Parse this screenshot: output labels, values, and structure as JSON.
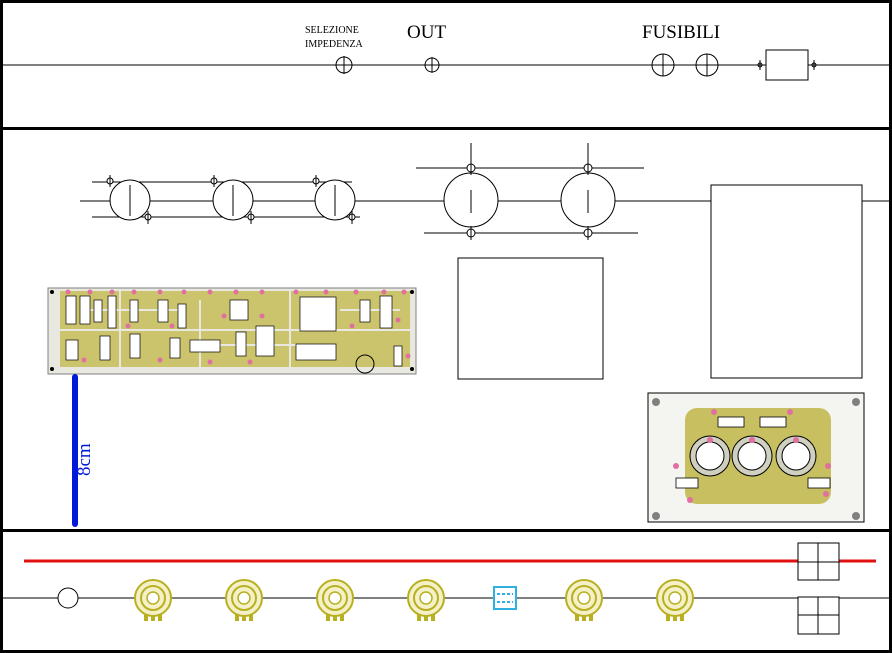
{
  "top_panel": {
    "label_impedance_line1": "SELEZIONE",
    "label_impedance_line2": "IMPEDENZA",
    "label_out": "OUT",
    "label_fuses": "FUSIBILI"
  },
  "dimension": {
    "label": "8cm",
    "color": "#0018d8"
  },
  "colors": {
    "panel_border": "#000000",
    "front_line": "#e01010",
    "pcb_yellow": "#c8c060",
    "pcb_pad": "#e070a0",
    "pot_yellow": "#b8b020",
    "switch_cyan": "#30b0e0"
  },
  "icons": {
    "fuse": "fuse-holder-icon",
    "jack": "jack-socket-icon",
    "pot": "potentiometer-icon",
    "switch": "switch-icon",
    "fuse_block": "fuse-block-icon"
  }
}
